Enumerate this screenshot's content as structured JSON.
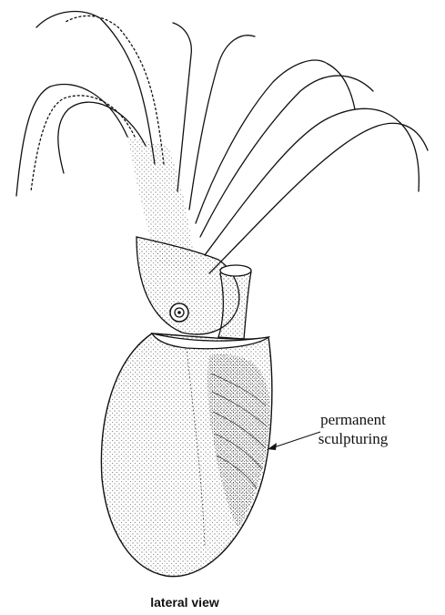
{
  "figure": {
    "annotation": {
      "line1": "permanent",
      "line2": "sculpturing"
    },
    "caption": "lateral view",
    "colors": {
      "ink": "#111111",
      "stipple": "#2a2a2a",
      "background": "#ffffff"
    }
  }
}
